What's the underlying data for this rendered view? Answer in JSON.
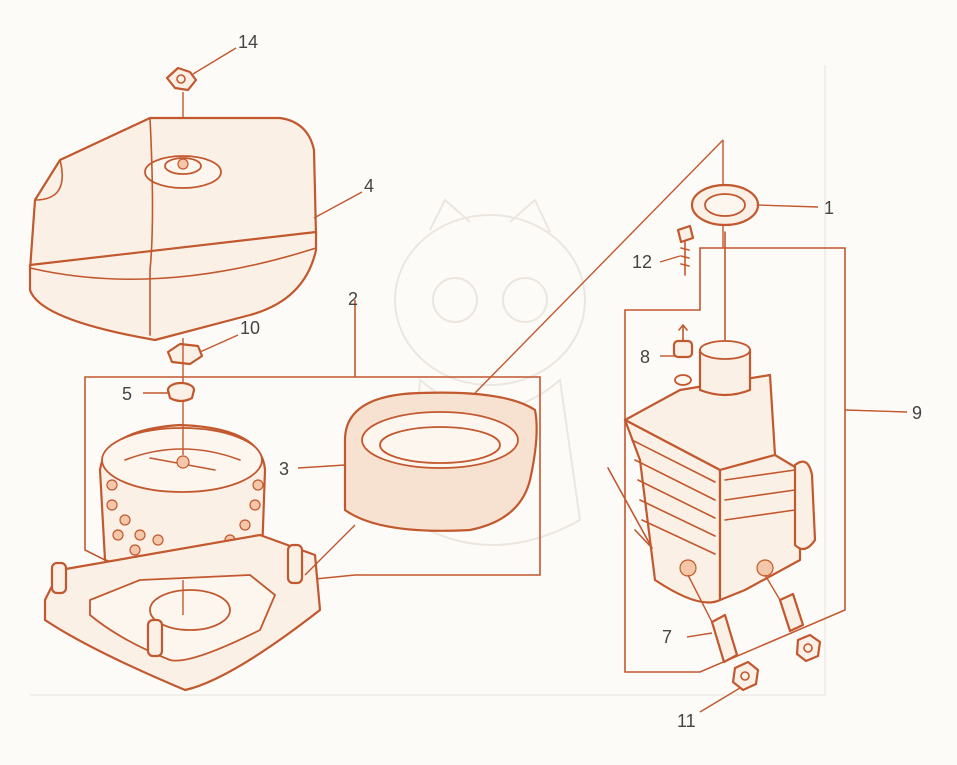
{
  "diagram": {
    "callouts": [
      {
        "id": "c1",
        "label": "1"
      },
      {
        "id": "c2",
        "label": "2"
      },
      {
        "id": "c3",
        "label": "3"
      },
      {
        "id": "c4",
        "label": "4"
      },
      {
        "id": "c5",
        "label": "5"
      },
      {
        "id": "c7",
        "label": "7"
      },
      {
        "id": "c8",
        "label": "8"
      },
      {
        "id": "c9",
        "label": "9"
      },
      {
        "id": "c10",
        "label": "10"
      },
      {
        "id": "c11",
        "label": "11"
      },
      {
        "id": "c12",
        "label": "12"
      },
      {
        "id": "c14",
        "label": "14"
      }
    ],
    "colors": {
      "line": "#c2582e",
      "fill": "#fbf0e6",
      "label": "#444444",
      "watermark": "#ece6df"
    }
  }
}
